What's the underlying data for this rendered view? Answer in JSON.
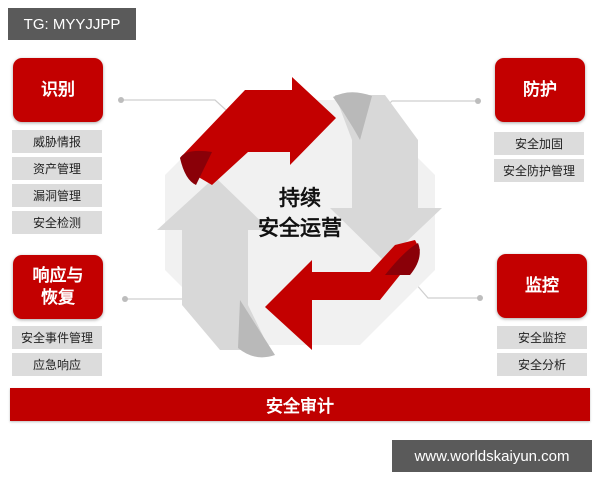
{
  "watermarks": {
    "top": "TG: MYYJJPP",
    "bottom": "www.worldskaiyun.com"
  },
  "center": {
    "line1": "持续",
    "line2": "安全运营"
  },
  "categories": [
    {
      "id": "identify",
      "label": "识别",
      "position": "top-left",
      "items": [
        "威胁情报",
        "资产管理",
        "漏洞管理",
        "安全检测"
      ]
    },
    {
      "id": "protect",
      "label": "防护",
      "position": "top-right",
      "items": [
        "安全加固",
        "安全防护管理"
      ]
    },
    {
      "id": "respond",
      "label_line1": "响应与",
      "label_line2": "恢复",
      "position": "bottom-left",
      "items": [
        "安全事件管理",
        "应急响应"
      ]
    },
    {
      "id": "monitor",
      "label": "监控",
      "position": "bottom-right",
      "items": [
        "安全监控",
        "安全分析"
      ]
    }
  ],
  "footer_bar": {
    "label": "安全审计"
  },
  "colors": {
    "accent_red": "#c30000",
    "dark_red": "#8a0008",
    "sub_item_gray": "#dcdcdc",
    "arrow_gray": "#d6d6d6",
    "watermark_bg": "#5a5a5a"
  }
}
